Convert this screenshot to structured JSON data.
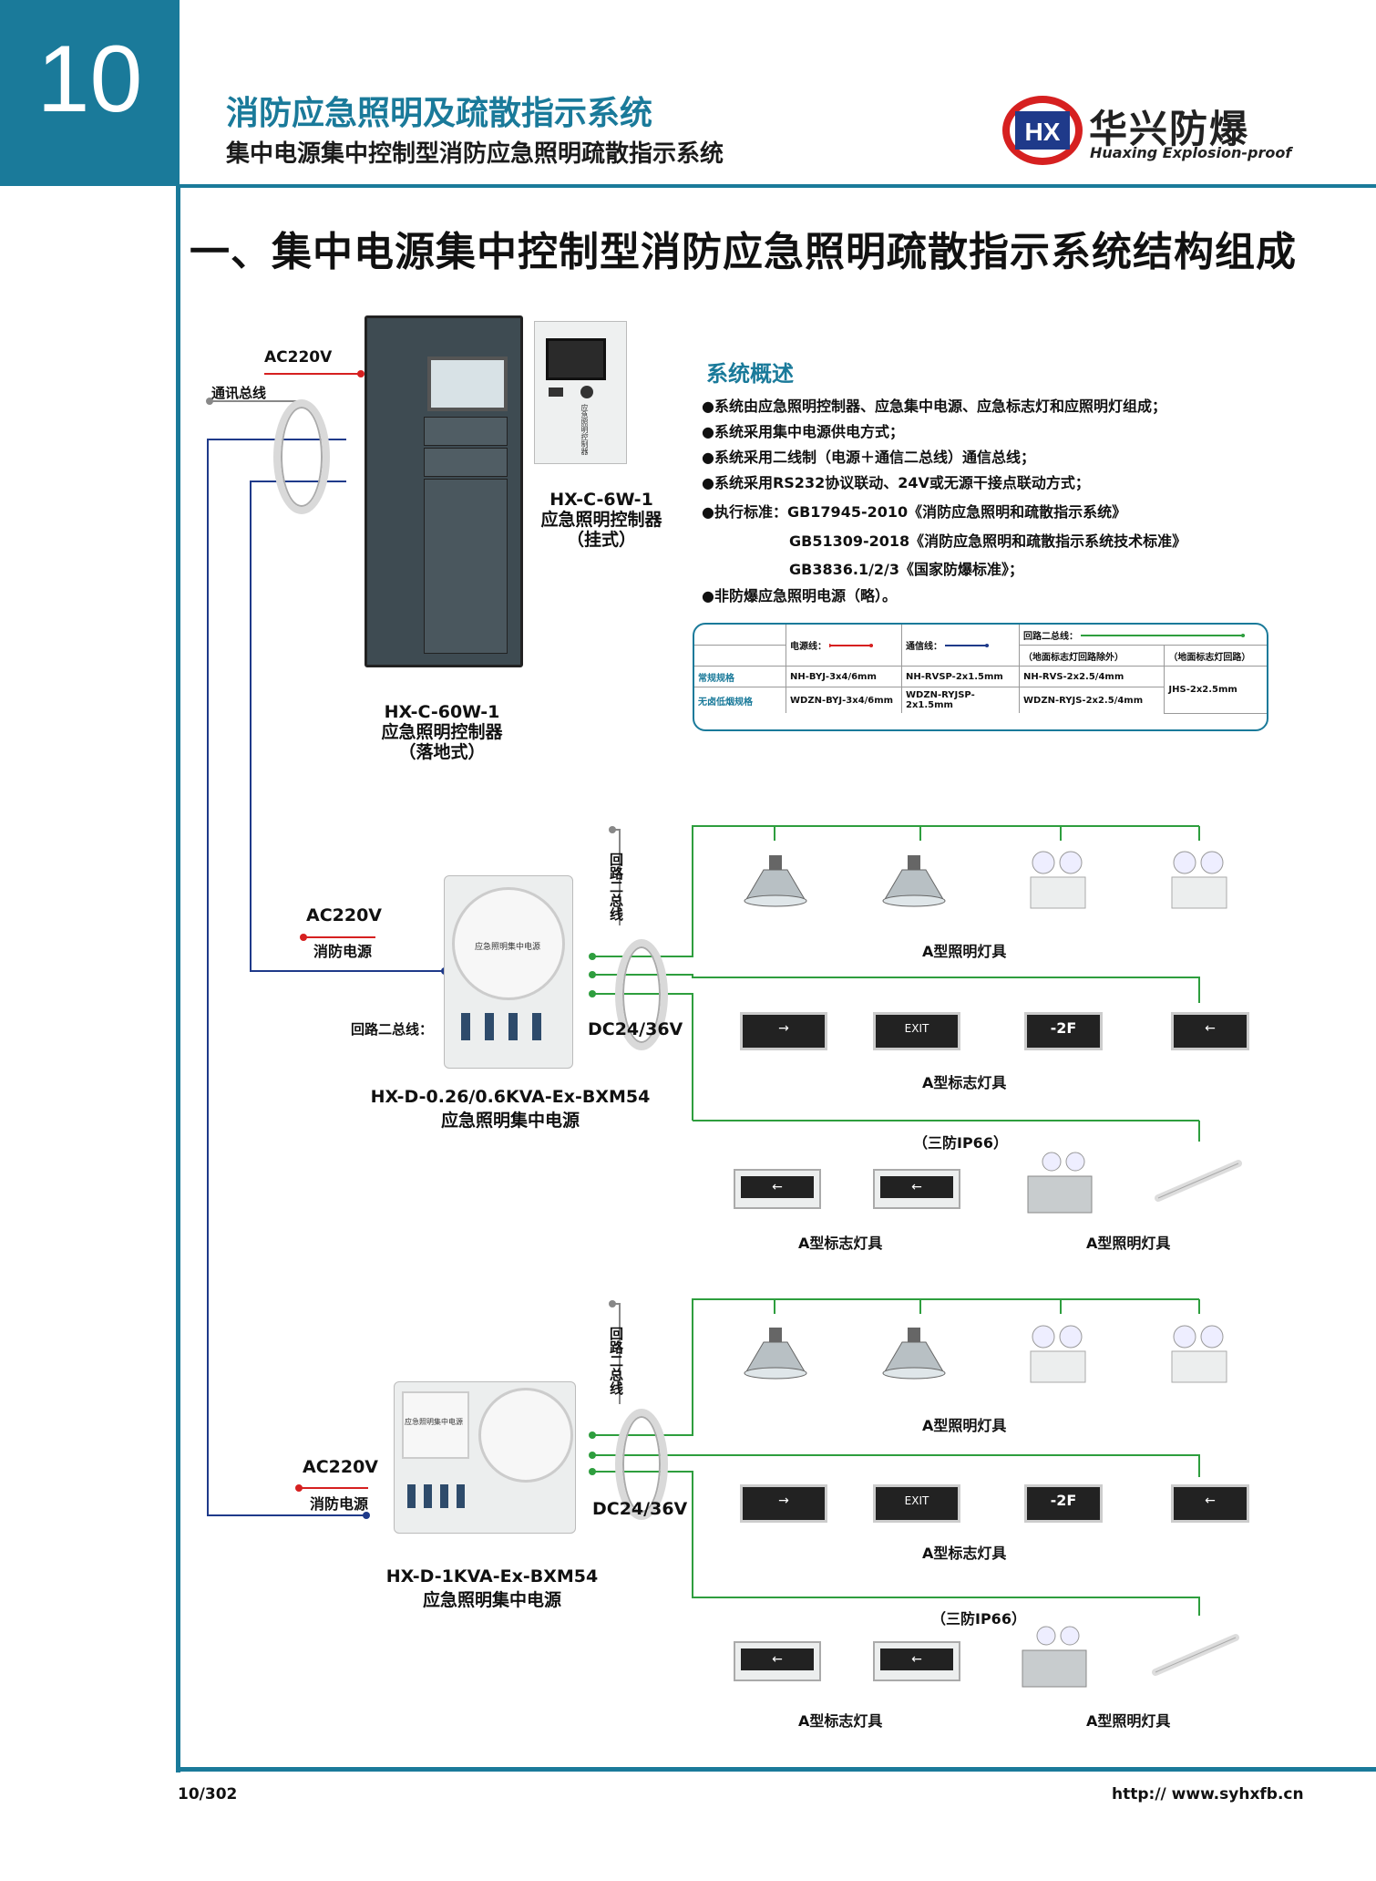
{
  "header": {
    "chapter_number": "10",
    "category_title": "消防应急照明及疏散指示系统",
    "category_subtitle": "集中电源集中控制型消防应急照明疏散指示系统",
    "logo_cn": "华兴防爆",
    "logo_en": "Huaxing Explosion-proof",
    "logo_mark": "HX"
  },
  "section_title": "一、集中电源集中控制型消防应急照明疏散指示系统结构组成",
  "top_labels": {
    "ac220v": "AC220V",
    "comm_bus": "通讯总线"
  },
  "controller_wall": {
    "model": "HX-C-6W-1",
    "name": "应急照明控制器",
    "mount": "（挂式）",
    "panel_text": "应急照明控制器"
  },
  "controller_floor": {
    "model": "HX-C-60W-1",
    "name": "应急照明控制器",
    "mount": "（落地式）"
  },
  "overview": {
    "title": "系统概述",
    "items": [
      "●系统由应急照明控制器、应急集中电源、应急标志灯和应照明灯组成；",
      "●系统采用集中电源供电方式；",
      "●系统采用二线制（电源＋通信二总线）通信总线；",
      "●系统采用RS232协议联动、24V或无源干接点联动方式；",
      "●执行标准：GB17945-2010《消防应急照明和疏散指示系统》",
      "GB51309-2018《消防应急照明和疏散指示系统技术标准》",
      "GB3836.1/2/3《国家防爆标准》；",
      "●非防爆应急照明电源（略）。"
    ]
  },
  "spec_table": {
    "h_power": "电源线：",
    "h_comm": "通信线：",
    "h_loop": "回路二总线：",
    "h_loop_a": "（地面标志灯回路除外）",
    "h_loop_b": "（地面标志灯回路）",
    "rows": [
      {
        "name": "常规规格",
        "power": "NH-BYJ-3x4/6mm",
        "comm": "NH-RVSP-2x1.5mm",
        "loop": "NH-RVS-2x2.5/4mm"
      },
      {
        "name": "无卤低烟规格",
        "power": "WDZN-BYJ-3x4/6mm",
        "comm": "WDZN-RYJSP-2x1.5mm",
        "loop": "WDZN-RYJS-2x2.5/4mm"
      }
    ],
    "ground_loop": "JHS-2x2.5mm",
    "colors": {
      "power": "#d62020",
      "comm": "#1f3a8a",
      "loop": "#2e9e3e"
    }
  },
  "group1": {
    "ac_label": "AC220V",
    "fire_power": "消防电源",
    "loop_bus_label": "回路二总线：",
    "loop_bus_vertical": "回路二总线",
    "dc_label": "DC24/36V",
    "model": "HX-D-0.26/0.6KVA-Ex-BXM54",
    "name": "应急照明集中电源",
    "box_text": "应急照明集中电源",
    "row1_label": "A型照明灯具",
    "row2_label": "A型标志灯具",
    "ip_label": "（三防IP66）",
    "row3_label_a": "A型标志灯具",
    "row3_label_b": "A型照明灯具"
  },
  "group2": {
    "ac_label": "AC220V",
    "fire_power": "消防电源",
    "loop_bus_vertical": "回路二总线",
    "dc_label": "DC24/36V",
    "model": "HX-D-1KVA-Ex-BXM54",
    "name": "应急照明集中电源",
    "box_text": "应急照明集中电源",
    "row1_label": "A型照明灯具",
    "row2_label": "A型标志灯具",
    "ip_label": "（三防IP66）",
    "row3_label_a": "A型标志灯具",
    "row3_label_b": "A型照明灯具"
  },
  "sign_texts": {
    "exit": "EXIT",
    "floor": "-2F"
  },
  "footer": {
    "page": "10/302",
    "url": "http:// www.syhxfb.cn"
  }
}
